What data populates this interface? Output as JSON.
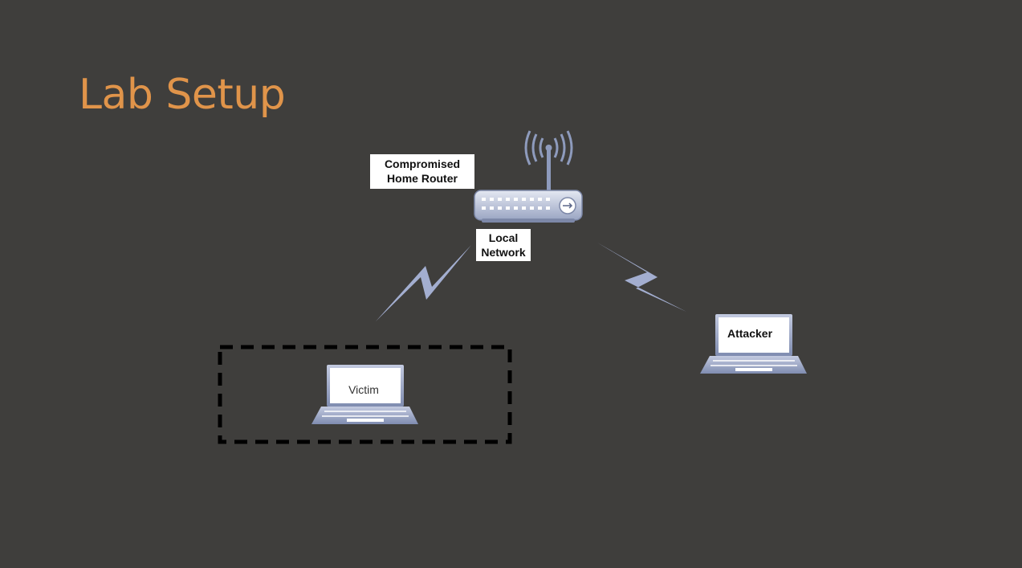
{
  "slide": {
    "title": "Lab Setup"
  },
  "diagram": {
    "router_label": {
      "line1": "Compromised",
      "line2": "Home Router"
    },
    "network_label": {
      "line1": "Local",
      "line2": "Network"
    },
    "victim_label": "Victim",
    "attacker_label": "Attacker"
  },
  "colors": {
    "background": "#3f3e3c",
    "title": "#e0944a",
    "device": "#8e9bbd",
    "lightning": "#a3aed0"
  },
  "icons": [
    "router-icon",
    "antenna-icon",
    "laptop-icon",
    "lightning-icon"
  ]
}
